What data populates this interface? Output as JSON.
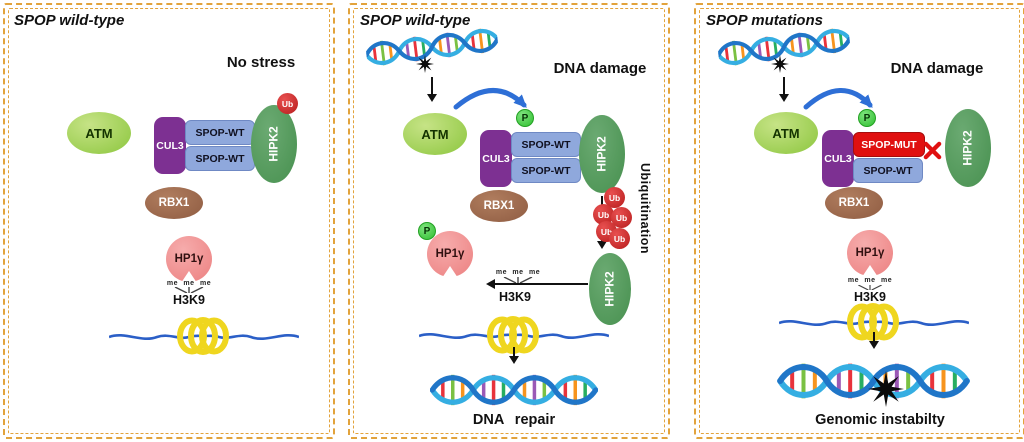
{
  "figure": {
    "panels": [
      {
        "title": "SPOP wild-type",
        "condition": "No stress",
        "proteins": {
          "atm": "ATM",
          "cul3": "CUL3",
          "spop_top": "SPOP-WT",
          "spop_bottom": "SPOP-WT",
          "hipk2": "HIPK2",
          "rbx1": "RBX1",
          "ub": "Ub",
          "hp1gamma": "HP1γ"
        },
        "marks": {
          "me": "me me me",
          "h3k9": "H3K9"
        }
      },
      {
        "title": "SPOP wild-type",
        "condition": "DNA damage",
        "proteins": {
          "atm": "ATM",
          "cul3": "CUL3",
          "spop_top": "SPOP-WT",
          "spop_bottom": "SPOP-WT",
          "hipk2": "HIPK2",
          "hipk2_released": "HIPK2",
          "rbx1": "RBX1",
          "ub": "Ub",
          "hp1gamma": "HP1γ",
          "phospho": "P"
        },
        "marks": {
          "me": "me me me",
          "h3k9": "H3K9"
        },
        "process": "Ubiquitination",
        "caption": "DNA repair"
      },
      {
        "title": "SPOP mutations",
        "condition": "DNA damage",
        "proteins": {
          "atm": "ATM",
          "cul3": "CUL3",
          "spop_top": "SPOP-MUT",
          "spop_bottom": "SPOP-WT",
          "hipk2": "HIPK2",
          "rbx1": "RBX1",
          "hp1gamma": "HP1γ",
          "phospho": "P"
        },
        "marks": {
          "me": "me me me",
          "h3k9": "H3K9"
        },
        "caption": "Genomic instabilty"
      }
    ],
    "colors": {
      "panel_border": "#E2A33C",
      "atm_green": "#8CC63E",
      "cul3_purple": "#7D3092",
      "spop_blue": "#8FA8DC",
      "spop_mut_red": "#E01010",
      "hipk2_green": "#47904F",
      "rbx1_brown": "#8F5C42",
      "ub_red": "#B71C1C",
      "hp1_pink": "#EC8080",
      "phospho_green": "#2FBF2F",
      "dna_blue": "#2B5FC7",
      "nucleosome_yellow": "#EFD61F",
      "helix_cyan": "#35AEE2",
      "arrow_blue": "#2E6FD6"
    }
  }
}
